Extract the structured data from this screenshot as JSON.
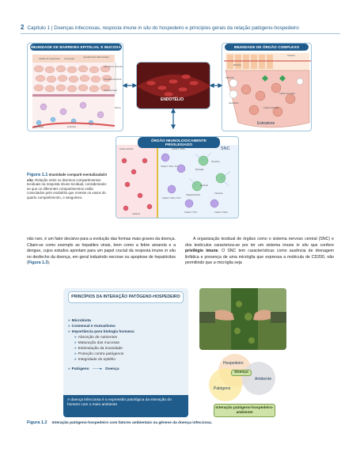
{
  "header": {
    "page_number": "2",
    "chapter_prefix": "Capítulo 1 | Doenças infecciosas, resposta imune ",
    "chapter_italic": "in situ",
    "chapter_suffix": " do hospedeiro e princípios gerais da relação patógeno-hospedeiro"
  },
  "figure1": {
    "panel_barrier_title": "IMUNIDADE DE BARREIRA EPITELIAL E MUCOSA",
    "panel_organ_title": "IMUNIDADE DE ÓRGÃO COMPLEXO",
    "panel_privileged_title": "ÓRGÃO IMUNOLOGICAMENTE PRIVILEGIADO",
    "endothelium_label": "ENDOTÉLIO",
    "barrier_labels": [
      "Células da Langerhans",
      "Comensais",
      "Queratinócitos diferenciados",
      "Camada de queratina",
      "Camada espinhosa",
      "Camada basal",
      "Derme",
      "Macrófago",
      "Linfócitos"
    ],
    "organ_labels": [
      "Intestino",
      "Bactéria",
      "Adipócito",
      "Célula de Kupffer",
      "Hepatócito",
      "Célula estrelada",
      "Esteatose"
    ],
    "organ_esteatose": "Esteatose",
    "privileged_labels": {
      "left": "Tecido tecidual",
      "snc": "SNC",
      "cd8": "Célula T CD8+",
      "th1": "Célula T CD4+ Th1",
      "microglia": "Micróglia",
      "neuron": "Neurônio",
      "astro": "Astrócito",
      "oligo": "Oligodendrócito",
      "citocinas": "Citocinas",
      "th17": "Célula T CD4+ Th17",
      "th7": "Célula T Th17",
      "cd8b": "Célula T CD8+",
      "b": "Célula B"
    },
    "caption_label": "Figura 1.1",
    "caption_bold": "Imunidade comparti-mentalizada/",
    "caption_bold_italic": "in situ",
    "caption_text": ". Relação entre os diversos compartimentos teciduais na resposta imune tecidual, considerando-se que os diferentes compartimentos estão conectados pelo endotélio que reveste os vasos do quarto compartimento, o sanguíneo."
  },
  "text": {
    "left_column_1": "não raro, é um fator decisivo para a evolução das formas mais graves da doença. Citam-se como exemplo as hepatites virais, bem como a febre amarela e a dengue, cujos estudos apontam para um papel crucial da resposta imune ",
    "left_column_italic": "in situ",
    "left_column_2": " no desfecho da doença, em geral induzindo necrose ou apoptose de hepatócitos (",
    "left_column_link": "Figura 1.3",
    "left_column_3": ").",
    "right_column_1": "A organização tecidual de órgãos como o sistema nervoso central (SNC) e dos testículos caracteriza-se por ter um sistema imune ",
    "right_column_italic": "in situ",
    "right_column_2": " que confere ",
    "right_column_bold": "privilégio imune",
    "right_column_3": ". O SNC tem características como ausência de drenagem linfática e presença de uma micróglia que expressa a molécula de CD200, não permitindo que a micróglia seja"
  },
  "figure2": {
    "box_title": "PRINCÍPIOS DA INTERAÇÃO PATÓGENO-HOSPEDEIRO",
    "items": [
      "Microbiota",
      "Comensal e mutualismo",
      "Importância para biologia humana:"
    ],
    "subitems": [
      "Absorção de nutrientes",
      "Maturação das mucosas",
      "Estimulação da imunidade",
      "Proteção contra patógenos",
      "Integridade do epitélio"
    ],
    "arrow_left": "Patógeno",
    "arrow_right": "Doença",
    "bottom_text": "A doença infecciosa é a expressão patológica da interação do homem com o meio ambiente",
    "venn": {
      "host": "Hospedeiro",
      "pathogen": "Patógeno",
      "environment": "Ambiente",
      "disease": "Doença"
    },
    "interaction_box": "Interação patógeno-hospedeiro-ambiente",
    "caption_label": "Figura 1.2",
    "caption_text": "Interação patógeno-hospedeiro com fatores ambientais na gênese da doença infecciosa."
  },
  "colors": {
    "brand_blue": "#1f5c8c",
    "light_blue": "#e9f1f8",
    "green": "#cfe3a8"
  }
}
